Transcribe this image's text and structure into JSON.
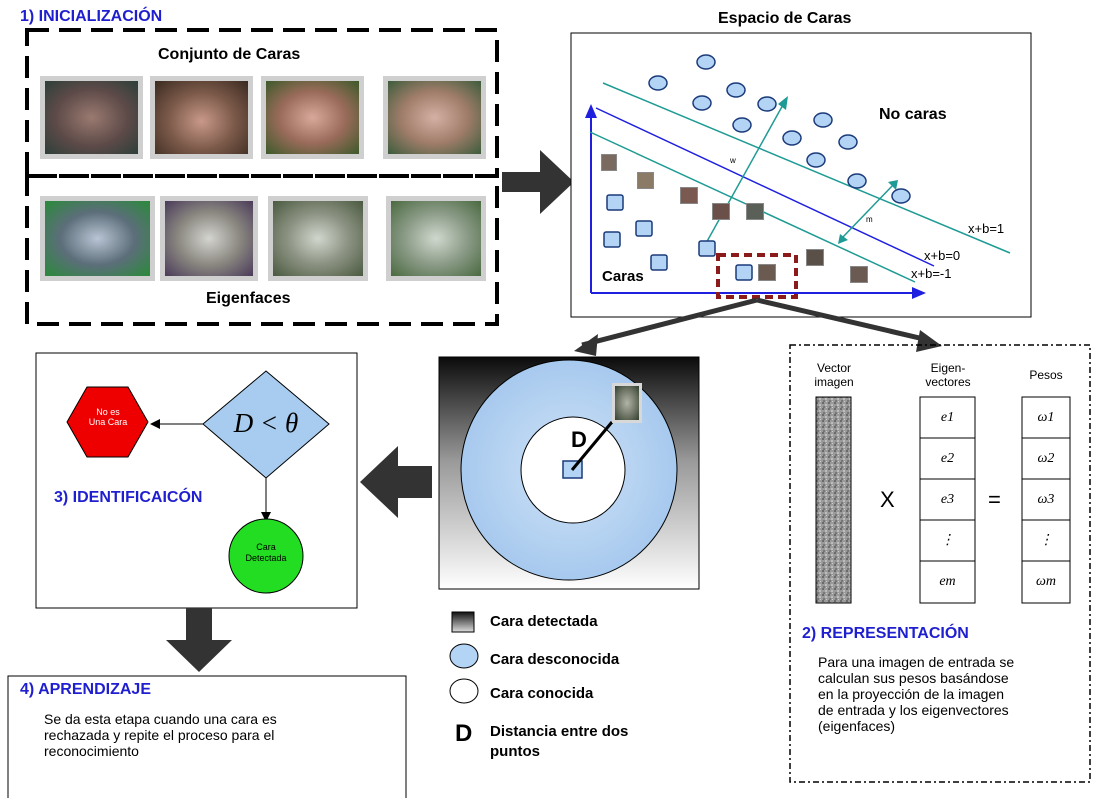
{
  "init": {
    "heading": "1) INICIALIZACIÓN",
    "faces_label": "Conjunto de Caras",
    "eigenfaces_label": "Eigenfaces"
  },
  "space": {
    "title": "Espacio de Caras",
    "no_faces_label": "No caras",
    "faces_label": "Caras",
    "line_pos": "x+b=1",
    "line_zero": "x+b=0",
    "line_neg": "x+b=-1",
    "w_label": "w",
    "m_label": "m"
  },
  "identification": {
    "heading": "3) IDENTIFICAICÓN",
    "not_face": [
      "No es",
      "Una Cara"
    ],
    "decision": "D < θ",
    "detected": [
      "Cara",
      "Detectada"
    ]
  },
  "distance": {
    "d_label": "D"
  },
  "legend": {
    "detected": "Cara detectada",
    "unknown": "Cara desconocida",
    "known": "Cara conocida",
    "d_symbol": "D",
    "distance": [
      "Distancia entre dos",
      "puntos"
    ]
  },
  "representation": {
    "col_vector": [
      "Vector",
      "imagen"
    ],
    "col_eigen": [
      "Eigen-",
      "vectores"
    ],
    "col_weights": "Pesos",
    "eigen_cells": [
      "e1",
      "e2",
      "e3",
      "⋮",
      "em"
    ],
    "weight_cells": [
      "ω1",
      "ω2",
      "ω3",
      "⋮",
      "ωm"
    ],
    "times": "X",
    "equals": "=",
    "heading": "2) REPRESENTACIÓN",
    "text": [
      "Para una imagen de entrada se",
      "calculan sus pesos basándose",
      "en la proyección de la imagen",
      "de entrada y los eigenvectores",
      "(eigenfaces)"
    ]
  },
  "learning": {
    "heading": "4) APRENDIZAJE",
    "text": [
      "Se da esta etapa cuando una cara es",
      "rechazada y repite el proceso para el",
      "reconocimiento"
    ]
  },
  "colors": {
    "blue_title": "#1f1fd0",
    "teal_line": "#1e9b94",
    "axis_blue": "#1f1fe0",
    "circle_fill": "#b3d4f5",
    "red_hex": "#ee0000",
    "green_circle": "#22dd22",
    "dashed_red": "#8b1a1a"
  }
}
